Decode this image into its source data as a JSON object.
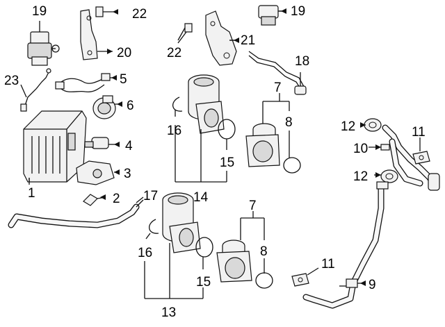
{
  "callouts": {
    "c1": "1",
    "c2": "2",
    "c3": "3",
    "c4": "4",
    "c5": "5",
    "c6": "6",
    "c7a": "7",
    "c7b": "7",
    "c8a": "8",
    "c8b": "8",
    "c9": "9",
    "c10": "10",
    "c11a": "11",
    "c11b": "11",
    "c12a": "12",
    "c12b": "12",
    "c13": "13",
    "c14": "14",
    "c15a": "15",
    "c15b": "15",
    "c16a": "16",
    "c16b": "16",
    "c17": "17",
    "c18": "18",
    "c19a": "19",
    "c19b": "19",
    "c20": "20",
    "c21": "21",
    "c22a": "22",
    "c22b": "22",
    "c23": "23"
  }
}
